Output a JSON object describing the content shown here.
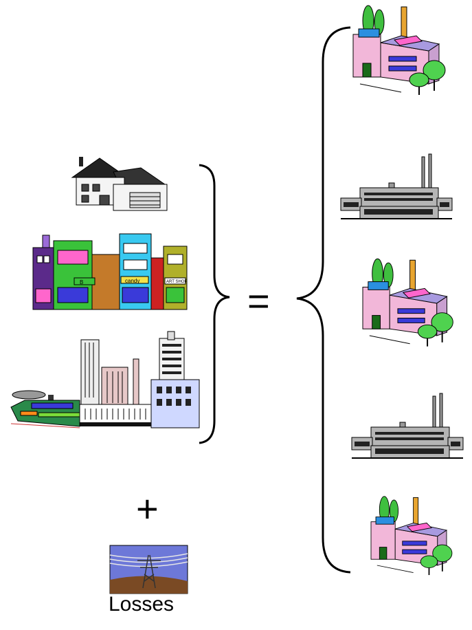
{
  "equation": {
    "equals_symbol": "=",
    "plus_symbol": "+",
    "losses_label": "Losses"
  },
  "loads": [
    {
      "icon": "house-icon"
    },
    {
      "icon": "shops-icon",
      "signs": [
        "B",
        "candy",
        "ART SHOP"
      ]
    },
    {
      "icon": "industrial-city-icon"
    }
  ],
  "generators": [
    {
      "icon": "power-plant-color-icon"
    },
    {
      "icon": "factory-gray-icon"
    },
    {
      "icon": "power-plant-color-icon"
    },
    {
      "icon": "factory-gray-icon"
    },
    {
      "icon": "power-plant-color-icon"
    }
  ],
  "losses_icon": "transmission-tower-icon"
}
